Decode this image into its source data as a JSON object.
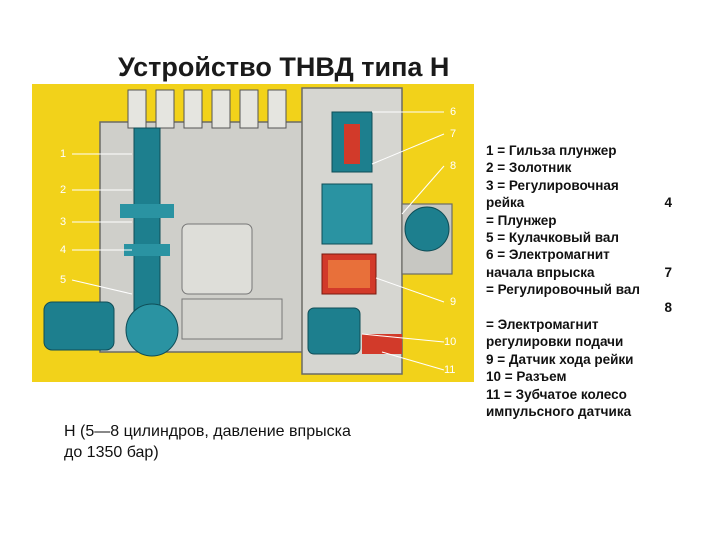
{
  "title": "Устройство ТНВД типа H",
  "figure": {
    "callouts": [
      "1",
      "2",
      "3",
      "4",
      "5",
      "6",
      "7",
      "8",
      "9",
      "10",
      "11"
    ],
    "colors": {
      "yellow": "#f2d21a",
      "teal": "#1d7f8e",
      "red": "#d23a2a",
      "metal": "#c9c9c4"
    }
  },
  "caption": {
    "line1": "H (5—8 цилиндров, давление впрыска",
    "line2": "до 1350 бар)"
  },
  "legend": {
    "l1": "1 = Гильза плунжер",
    "l2": "2 = Золотник",
    "l3": "3 = Регулировочная",
    "l4a": "рейка",
    "l4b": "4",
    "l5": "= Плунжер",
    "l6": "5 = Кулачковый вал",
    "l7": "6 = Электромагнит",
    "l8a": "начала впрыска",
    "l8b": "7",
    "l9": "= Регулировочный вал",
    "l10": "8",
    "l11": "= Электромагнит",
    "l12": "регулировки подачи",
    "l13": "9 = Датчик хода рейки",
    "l14": "10 = Разъем",
    "l15": "11 = Зубчатое колесо",
    "l16": "импульсного датчика"
  }
}
